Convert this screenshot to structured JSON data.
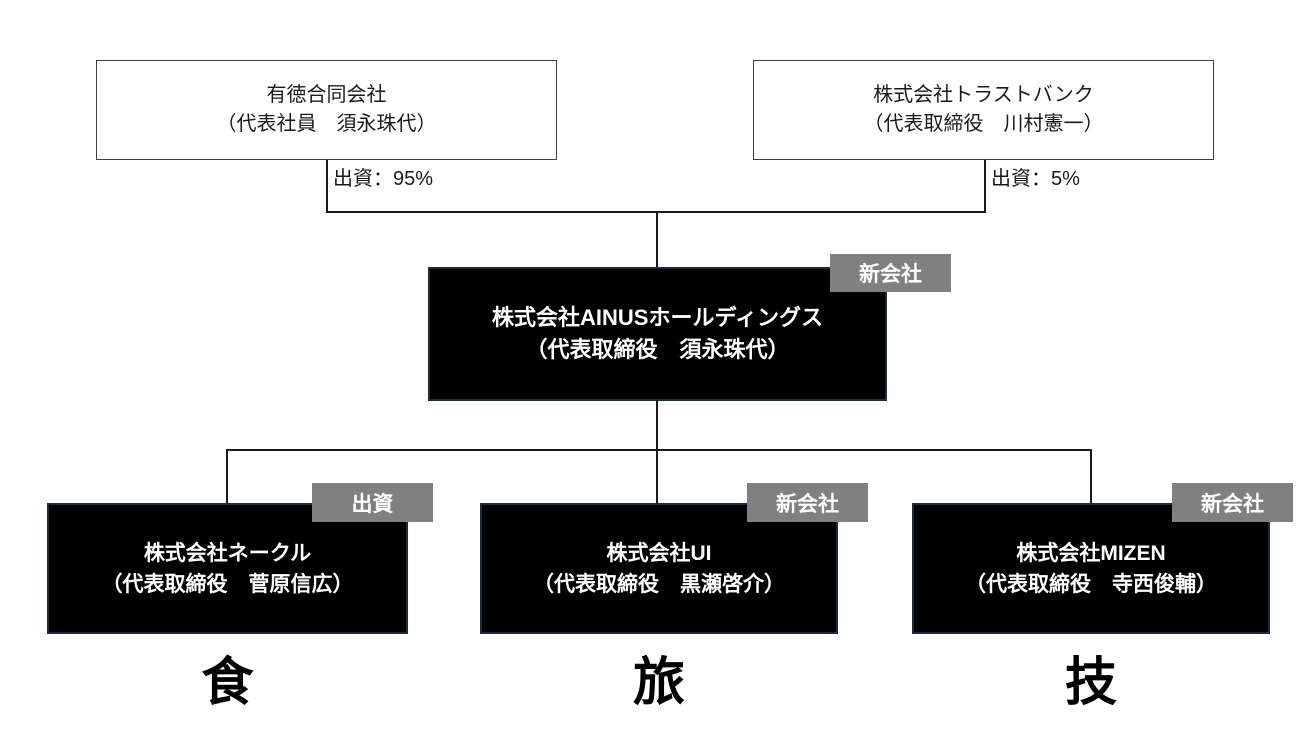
{
  "colors": {
    "badge_bg": "#808080",
    "badge_text": "#ffffff",
    "company_box_bg": "#000000",
    "company_box_text": "#ffffff",
    "parent_box_border": "#3f3f3f",
    "connector_line": "#1a1a1a"
  },
  "parents": [
    {
      "name": "有徳合同会社",
      "role": "（代表社員　須永珠代）",
      "stake": "出資：95%"
    },
    {
      "name": "株式会社トラストバンク",
      "role": "（代表取締役　川村憲一）",
      "stake": "出資：5%"
    }
  ],
  "holding": {
    "badge": "新会社",
    "name": "株式会社AINUSホールディングス",
    "role": "（代表取締役　須永珠代）"
  },
  "subsidiaries": [
    {
      "badge": "出資",
      "name": "株式会社ネークル",
      "role": "（代表取締役　菅原信広）",
      "category": "食"
    },
    {
      "badge": "新会社",
      "name": "株式会社UI",
      "role": "（代表取締役　黒瀬啓介）",
      "category": "旅"
    },
    {
      "badge": "新会社",
      "name": "株式会社MIZEN",
      "role": "（代表取締役　寺西俊輔）",
      "category": "技"
    }
  ]
}
